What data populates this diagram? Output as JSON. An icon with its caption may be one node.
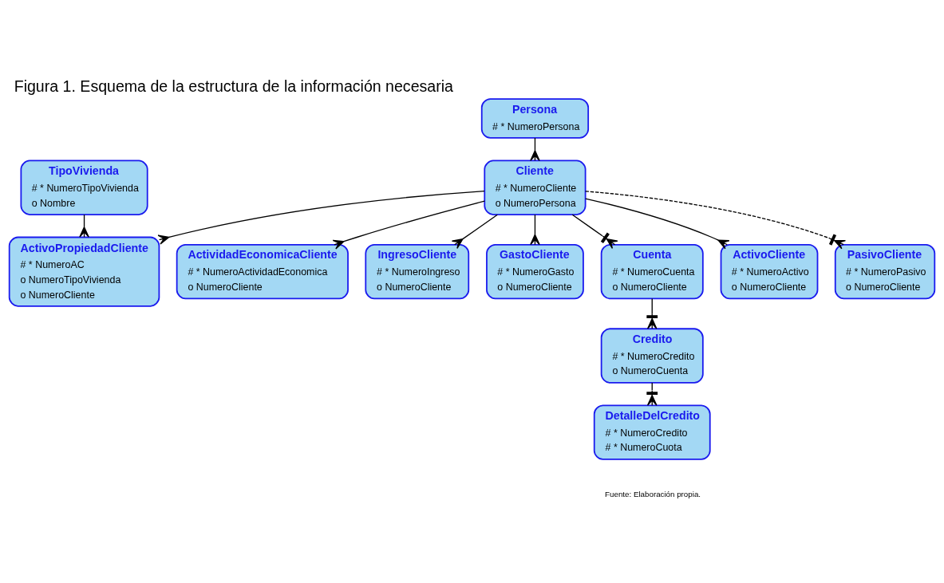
{
  "diagram": {
    "title": "Figura 1. Esquema de la estructura de la información necesaria",
    "caption": "Fuente: Elaboración propia.",
    "nodes": [
      {
        "text": [
          "ActividadEconomicaCliente",
          "# * NumeroActividadEconomica",
          "o NumeroCliente"
        ]
      },
      {
        "text": [
          "IngresoCliente",
          "# * NumeroIngreso",
          "o NumeroCliente"
        ]
      },
      {
        "text": [
          "Persona",
          "# * NumeroPersona"
        ]
      },
      {
        "text": [
          "Cliente",
          "# * NumeroCliente",
          "o NumeroPersona"
        ]
      },
      {
        "text": [
          "GastoCliente",
          "# * NumeroGasto",
          "o NumeroCliente"
        ]
      },
      {
        "text": [
          "Cuenta",
          "# * NumeroCuenta",
          "o NumeroCliente"
        ]
      },
      {
        "text": [
          "ActivoPropiedadCliente",
          "# * NumeroAC",
          "o NumeroTipoVivienda",
          "o NumeroCliente"
        ]
      },
      {
        "text": [
          "ActivoCliente",
          "# * NumeroActivo",
          "o NumeroCliente"
        ]
      },
      {
        "text": [
          "Credito",
          "# * NumeroCredito",
          "o NumeroCuenta"
        ]
      },
      {
        "text": [
          "DetalleDelCredito",
          "# * NumeroCredito",
          "# * NumeroCuota"
        ]
      },
      {
        "text": [
          "PasivoCliente",
          "# * NumeroPasivo",
          "o NumeroCliente"
        ]
      },
      {
        "text": [
          "TipoVivienda",
          "# * NumeroTipoVivienda",
          "o Nombre"
        ]
      }
    ],
    "edges": [
      {
        "from": 3,
        "to": 0,
        "arrow": "other"
      },
      {
        "from": 3,
        "to": 1,
        "arrow": "other"
      },
      {
        "from": 2,
        "to": 3,
        "arrow": "other"
      },
      {
        "from": 3,
        "to": 4,
        "arrow": "other"
      },
      {
        "from": 3,
        "to": 5,
        "arrow": "other"
      },
      {
        "from": 3,
        "to": 6,
        "arrow": "other"
      },
      {
        "from": 3,
        "to": 7,
        "arrow": "other"
      },
      {
        "from": 3,
        "to": 10,
        "arrow": "other",
        "style": "dashed"
      },
      {
        "from": 5,
        "to": 8,
        "arrow": "other"
      },
      {
        "from": 8,
        "to": 9,
        "arrow": "other"
      },
      {
        "from": 11,
        "to": 6,
        "arrow": "other"
      }
    ]
  }
}
